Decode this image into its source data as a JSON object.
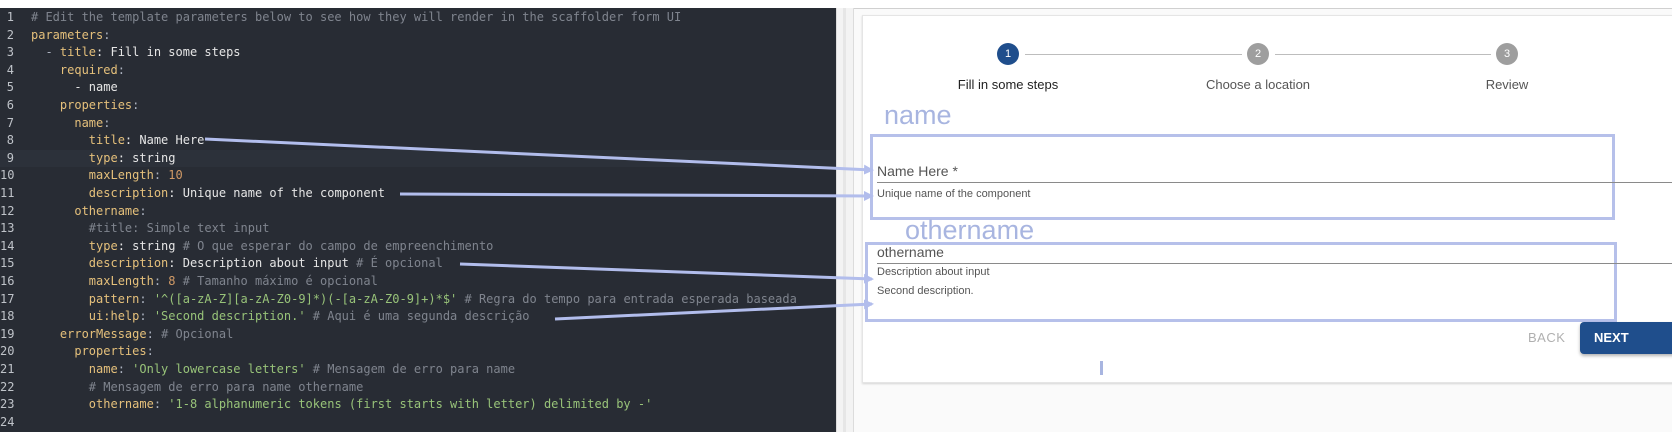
{
  "editor": {
    "lines": [
      {
        "n": "1",
        "tokens": [
          {
            "t": "# Edit the template parameters below to see how they will render in the scaffolder form UI",
            "c": "c"
          }
        ]
      },
      {
        "n": "2",
        "tokens": [
          {
            "t": "parameters",
            "c": "k"
          },
          {
            "t": ":",
            "c": "p"
          }
        ]
      },
      {
        "n": "3",
        "tokens": [
          {
            "t": "  - ",
            "c": "p"
          },
          {
            "t": "title",
            "c": "k"
          },
          {
            "t": ": Fill in some steps",
            "c": "hl"
          }
        ]
      },
      {
        "n": "4",
        "tokens": [
          {
            "t": "    ",
            "c": "p"
          },
          {
            "t": "required",
            "c": "k"
          },
          {
            "t": ":",
            "c": "p"
          }
        ]
      },
      {
        "n": "5",
        "tokens": [
          {
            "t": "      - name",
            "c": "hl"
          }
        ]
      },
      {
        "n": "6",
        "tokens": [
          {
            "t": "    ",
            "c": "p"
          },
          {
            "t": "properties",
            "c": "k"
          },
          {
            "t": ":",
            "c": "p"
          }
        ]
      },
      {
        "n": "7",
        "tokens": [
          {
            "t": "      ",
            "c": "p"
          },
          {
            "t": "name",
            "c": "k"
          },
          {
            "t": ":",
            "c": "p"
          }
        ]
      },
      {
        "n": "8",
        "tokens": [
          {
            "t": "        ",
            "c": "p"
          },
          {
            "t": "title",
            "c": "k"
          },
          {
            "t": ": Name Here",
            "c": "hl"
          }
        ]
      },
      {
        "n": "9",
        "active": true,
        "tokens": [
          {
            "t": "        ",
            "c": "p"
          },
          {
            "t": "type",
            "c": "k"
          },
          {
            "t": ": string",
            "c": "hl"
          }
        ]
      },
      {
        "n": "10",
        "tokens": [
          {
            "t": "        ",
            "c": "p"
          },
          {
            "t": "maxLength",
            "c": "k"
          },
          {
            "t": ": ",
            "c": "p"
          },
          {
            "t": "10",
            "c": "n"
          }
        ]
      },
      {
        "n": "11",
        "tokens": [
          {
            "t": "        ",
            "c": "p"
          },
          {
            "t": "description",
            "c": "k"
          },
          {
            "t": ": Unique name of the component",
            "c": "hl"
          }
        ]
      },
      {
        "n": "12",
        "tokens": [
          {
            "t": "      ",
            "c": "p"
          },
          {
            "t": "othername",
            "c": "k"
          },
          {
            "t": ":",
            "c": "p"
          }
        ]
      },
      {
        "n": "13",
        "tokens": [
          {
            "t": "        #title: Simple text input",
            "c": "c"
          }
        ]
      },
      {
        "n": "14",
        "tokens": [
          {
            "t": "        ",
            "c": "p"
          },
          {
            "t": "type",
            "c": "k"
          },
          {
            "t": ": string ",
            "c": "hl"
          },
          {
            "t": "# O que esperar do campo de empreenchimento",
            "c": "c"
          }
        ]
      },
      {
        "n": "15",
        "tokens": [
          {
            "t": "        ",
            "c": "p"
          },
          {
            "t": "description",
            "c": "k"
          },
          {
            "t": ": Description about input ",
            "c": "hl"
          },
          {
            "t": "# É opcional",
            "c": "c"
          }
        ]
      },
      {
        "n": "16",
        "tokens": [
          {
            "t": "        ",
            "c": "p"
          },
          {
            "t": "maxLength",
            "c": "k"
          },
          {
            "t": ": ",
            "c": "p"
          },
          {
            "t": "8 ",
            "c": "n"
          },
          {
            "t": "# Tamanho máximo é opcional",
            "c": "c"
          }
        ]
      },
      {
        "n": "17",
        "tokens": [
          {
            "t": "        ",
            "c": "p"
          },
          {
            "t": "pattern",
            "c": "k"
          },
          {
            "t": ": ",
            "c": "p"
          },
          {
            "t": "'^([a-zA-Z][a-zA-Z0-9]*)(-[a-zA-Z0-9]+)*$' ",
            "c": "s"
          },
          {
            "t": "# Regra do tempo para entrada esperada baseada",
            "c": "c"
          }
        ]
      },
      {
        "n": "18",
        "tokens": [
          {
            "t": "        ",
            "c": "p"
          },
          {
            "t": "ui:help",
            "c": "k"
          },
          {
            "t": ": ",
            "c": "p"
          },
          {
            "t": "'Second description.' ",
            "c": "s"
          },
          {
            "t": "# Aqui é uma segunda descrição",
            "c": "c"
          }
        ]
      },
      {
        "n": "19",
        "tokens": [
          {
            "t": "    ",
            "c": "p"
          },
          {
            "t": "errorMessage",
            "c": "k"
          },
          {
            "t": ": ",
            "c": "p"
          },
          {
            "t": "# Opcional",
            "c": "c"
          }
        ]
      },
      {
        "n": "20",
        "tokens": [
          {
            "t": "      ",
            "c": "p"
          },
          {
            "t": "properties",
            "c": "k"
          },
          {
            "t": ":",
            "c": "p"
          }
        ]
      },
      {
        "n": "21",
        "tokens": [
          {
            "t": "        ",
            "c": "p"
          },
          {
            "t": "name",
            "c": "k"
          },
          {
            "t": ": ",
            "c": "p"
          },
          {
            "t": "'Only lowercase letters' ",
            "c": "s"
          },
          {
            "t": "# Mensagem de erro para name",
            "c": "c"
          }
        ]
      },
      {
        "n": "22",
        "tokens": [
          {
            "t": "        # Mensagem de erro para name othername",
            "c": "c"
          }
        ]
      },
      {
        "n": "23",
        "tokens": [
          {
            "t": "        ",
            "c": "p"
          },
          {
            "t": "othername",
            "c": "k"
          },
          {
            "t": ": ",
            "c": "p"
          },
          {
            "t": "'1-8 alphanumeric tokens (first starts with letter) delimited by -'",
            "c": "s"
          }
        ]
      },
      {
        "n": "24",
        "tokens": []
      }
    ]
  },
  "stepper": {
    "steps": [
      {
        "number": "1",
        "label": "Fill in some steps",
        "active": true
      },
      {
        "number": "2",
        "label": "Choose a location",
        "active": false
      },
      {
        "number": "3",
        "label": "Review",
        "active": false
      }
    ]
  },
  "form": {
    "name_section_label": "name",
    "othername_section_label": "othername",
    "name_field_label": "Name Here *",
    "name_help": "Unique name of the component",
    "othername_field_label": "othername",
    "othername_description": "Description about input",
    "othername_help": "Second description."
  },
  "actions": {
    "back_label": "BACK",
    "next_label": "NEXT"
  },
  "colors": {
    "primary": "#1f4e8c",
    "annotation": "#a8b5e0",
    "editor_bg": "#282c34"
  }
}
